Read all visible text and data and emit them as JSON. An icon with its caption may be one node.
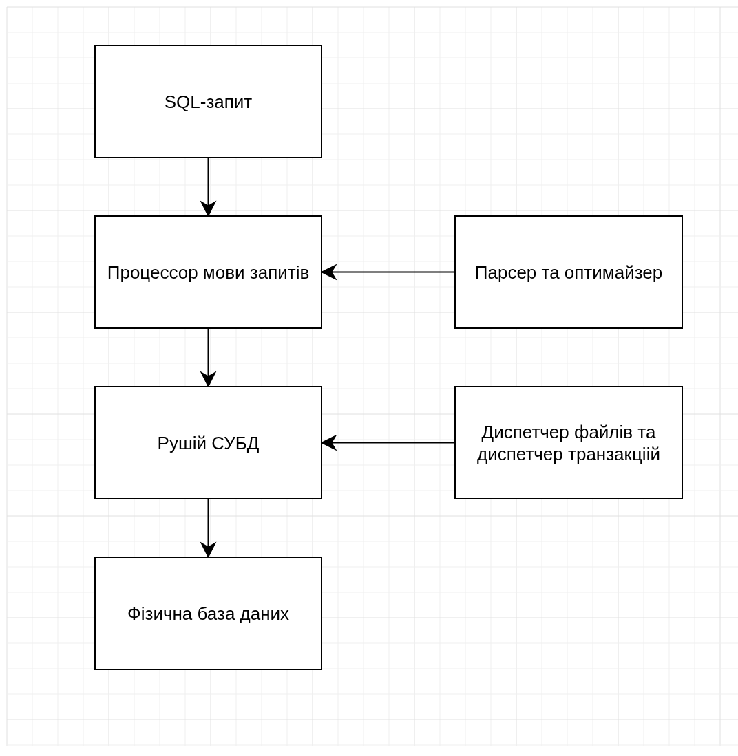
{
  "diagram": {
    "nodes": [
      {
        "text": [
          "SQL-запит"
        ]
      },
      {
        "text": [
          "Процессор мови запитів"
        ]
      },
      {
        "text": [
          "Парсер та оптимайзер"
        ]
      },
      {
        "text": [
          "Рушій СУБД"
        ]
      },
      {
        "text": [
          "Диспетчер файлів та диспетчер транзакціій"
        ]
      },
      {
        "text": [
          "Фізична база даних"
        ]
      }
    ],
    "edges": [
      {
        "from": 0,
        "to": 1,
        "arrow": "to"
      },
      {
        "from": 2,
        "to": 1,
        "arrow": "to"
      },
      {
        "from": 1,
        "to": 3,
        "arrow": "to"
      },
      {
        "from": 4,
        "to": 3,
        "arrow": "to"
      },
      {
        "from": 3,
        "to": 5,
        "arrow": "to"
      }
    ]
  }
}
